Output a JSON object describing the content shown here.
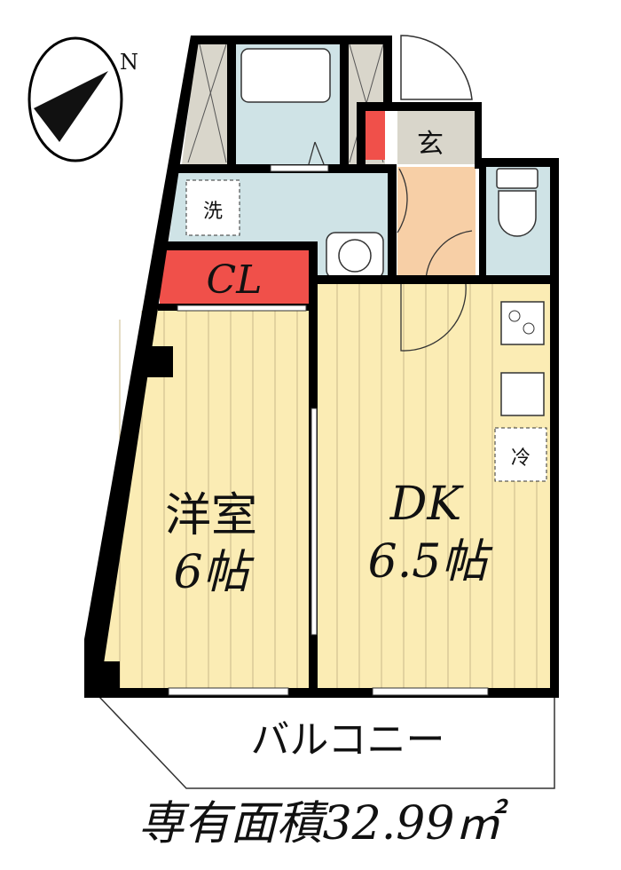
{
  "compass": {
    "north_label": "N"
  },
  "rooms": {
    "entrance": "玄",
    "washer": "洗",
    "closet": "CL",
    "fridge": "冷",
    "western_room": {
      "name": "洋室",
      "size": "6帖"
    },
    "dining_kitchen": {
      "name": "DK",
      "size": "6.5帖"
    },
    "balcony": "バルコニー"
  },
  "area_label": "専有面積32.99㎡",
  "colors": {
    "wall": "#000000",
    "floor": "#fbecb4",
    "wet_area": "#cfe3e6",
    "closet": "#f0504a",
    "hallway": "#f7cfa6",
    "storage": "#d9d6cb"
  }
}
